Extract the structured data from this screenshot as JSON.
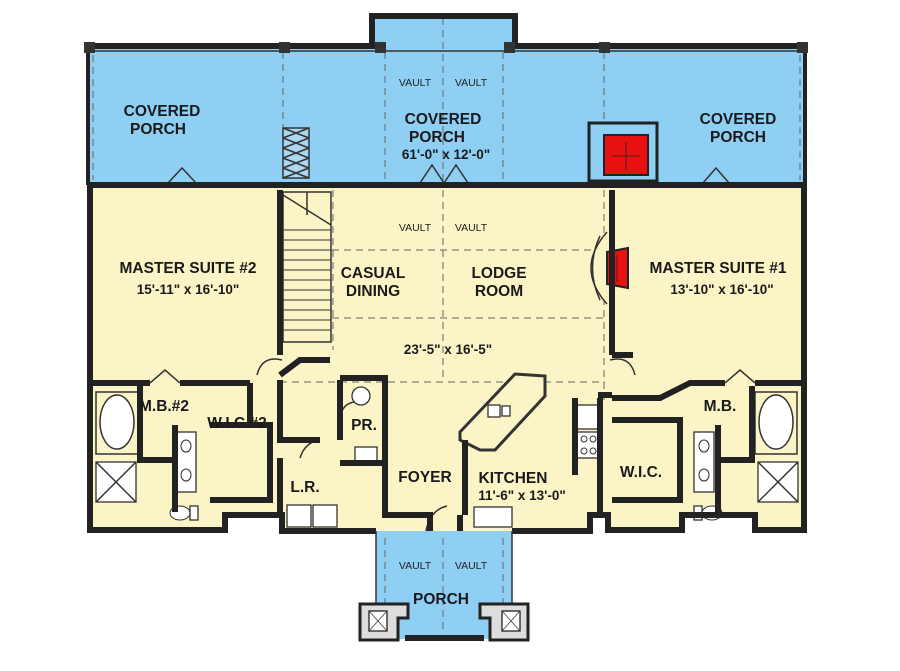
{
  "colors": {
    "porch": "#8fcff3",
    "interior": "#fbf4c6",
    "wall": "#222222",
    "fireplace": "#e81010"
  },
  "rooms": {
    "porch_left": {
      "line1": "COVERED",
      "line2": "PORCH"
    },
    "porch_center": {
      "line1": "COVERED",
      "line2": "PORCH",
      "dim": "61'-0\" x 12'-0\""
    },
    "porch_right": {
      "line1": "COVERED",
      "line2": "PORCH"
    },
    "master2": {
      "name": "MASTER SUITE #2",
      "dim": "15'-11\" x 16'-10\""
    },
    "casual": {
      "line1": "CASUAL",
      "line2": "DINING"
    },
    "lodge": {
      "line1": "LODGE",
      "line2": "ROOM"
    },
    "living_dim": "23'-5\" x 16'-5\"",
    "master1": {
      "name": "MASTER SUITE #1",
      "dim": "13'-10\" x 16'-10\""
    },
    "mb2": "M.B.#2",
    "wic2": "W.I.C.#2",
    "lr": "L.R.",
    "pr": "PR.",
    "foyer": "FOYER",
    "kitchen": {
      "name": "KITCHEN",
      "dim": "11'-6\" x 13'-0\""
    },
    "wic1": "W.I.C.",
    "mb1": "M.B.",
    "porch_front": "PORCH"
  },
  "vault": "VAULT"
}
